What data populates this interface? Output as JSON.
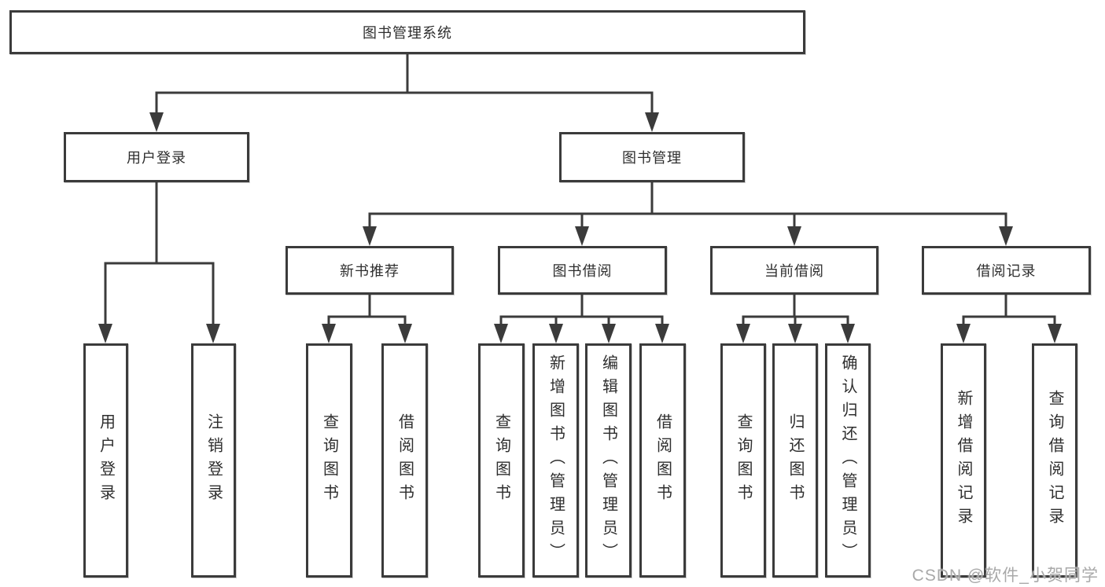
{
  "diagram": {
    "title_note": "functional decomposition tree",
    "root": {
      "label": "图书管理系统"
    },
    "branches": [
      {
        "label": "用户登录",
        "children": [
          {
            "label": "用户登录"
          },
          {
            "label": "注销登录"
          }
        ]
      },
      {
        "label": "图书管理",
        "children": [
          {
            "label": "新书推荐",
            "children": [
              {
                "label": "查询图书"
              },
              {
                "label": "借阅图书"
              }
            ]
          },
          {
            "label": "图书借阅",
            "children": [
              {
                "label": "查询图书"
              },
              {
                "label": "新增图书（管理员）"
              },
              {
                "label": "编辑图书（管理员）"
              },
              {
                "label": "借阅图书"
              }
            ]
          },
          {
            "label": "当前借阅",
            "children": [
              {
                "label": "查询图书"
              },
              {
                "label": "归还图书"
              },
              {
                "label": "确认归还（管理员）"
              }
            ]
          },
          {
            "label": "借阅记录",
            "children": [
              {
                "label": "新增借阅记录"
              },
              {
                "label": "查询借阅记录"
              }
            ]
          }
        ]
      }
    ]
  },
  "watermark": "CSDN @软件_小贺同学",
  "colors": {
    "line": "#3b3b3b",
    "box_border": "#3b3b3b",
    "text": "#2e2e2e",
    "watermark": "#a9a9a9",
    "background": "#ffffff"
  }
}
